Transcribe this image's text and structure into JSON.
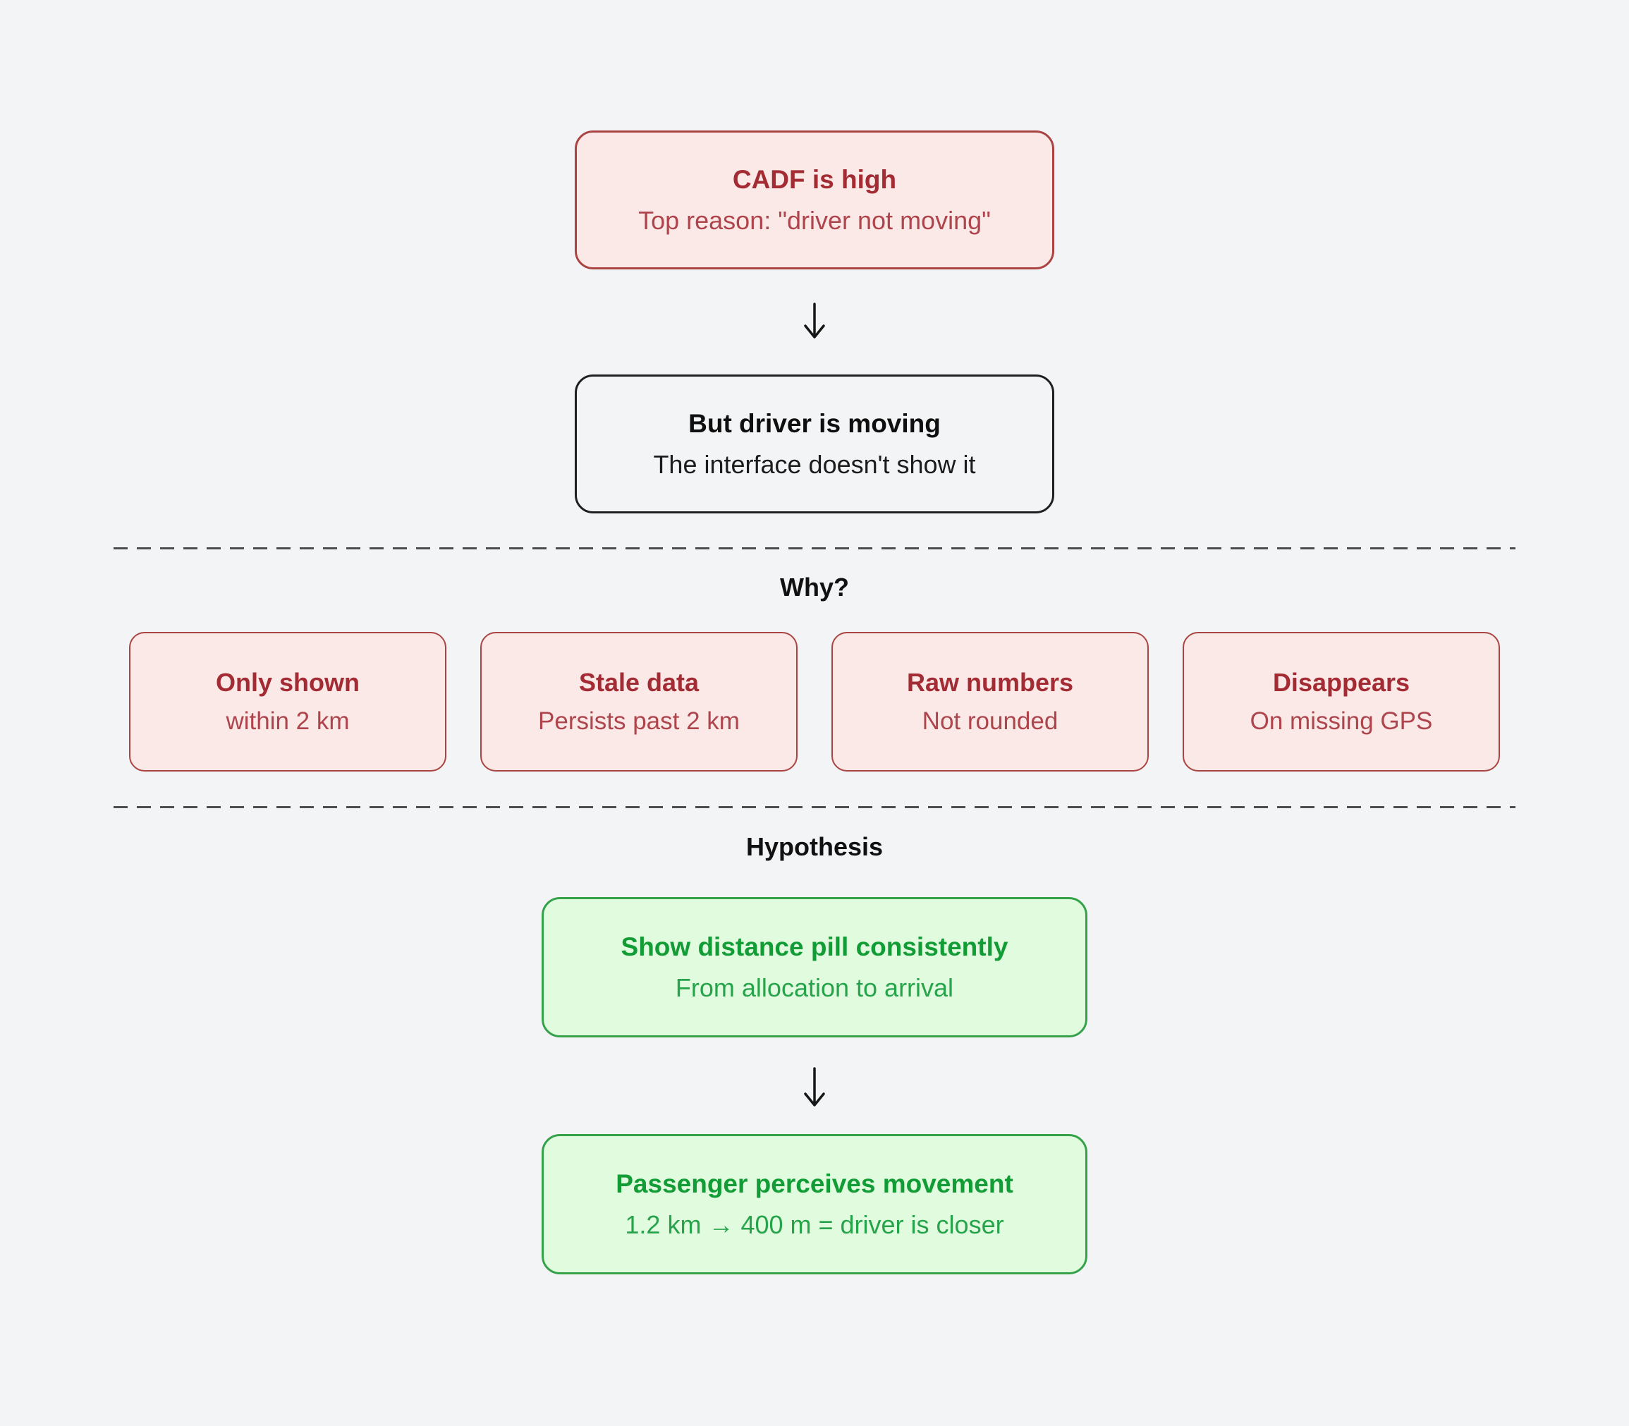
{
  "problem": {
    "cause": {
      "title": "CADF is high",
      "subtitle": "Top reason: \"driver not moving\""
    },
    "observation": {
      "title": "But driver is moving",
      "subtitle": "The interface doesn't show it"
    }
  },
  "why": {
    "heading": "Why?",
    "cards": [
      {
        "title": "Only shown",
        "subtitle": "within 2 km"
      },
      {
        "title": "Stale data",
        "subtitle": "Persists past 2 km"
      },
      {
        "title": "Raw numbers",
        "subtitle": "Not rounded"
      },
      {
        "title": "Disappears",
        "subtitle": "On missing GPS"
      }
    ]
  },
  "hypothesis": {
    "heading": "Hypothesis",
    "action": {
      "title": "Show distance pill consistently",
      "subtitle": "From allocation to arrival"
    },
    "outcome": {
      "title": "Passenger perceives movement",
      "subtitle": "1.2 km → 400 m = driver is closer"
    }
  },
  "colors": {
    "page_background": "#F3F4F6",
    "negative_fill": "#FBE9E8",
    "negative_border": "#A94442",
    "negative_text": "#A32B33",
    "neutral_border": "#1F1F1F",
    "positive_fill": "#E0FBDE",
    "positive_border": "#35A24A",
    "positive_text": "#129C35",
    "divider": "#4D4D4D",
    "arrow": "#161616"
  }
}
